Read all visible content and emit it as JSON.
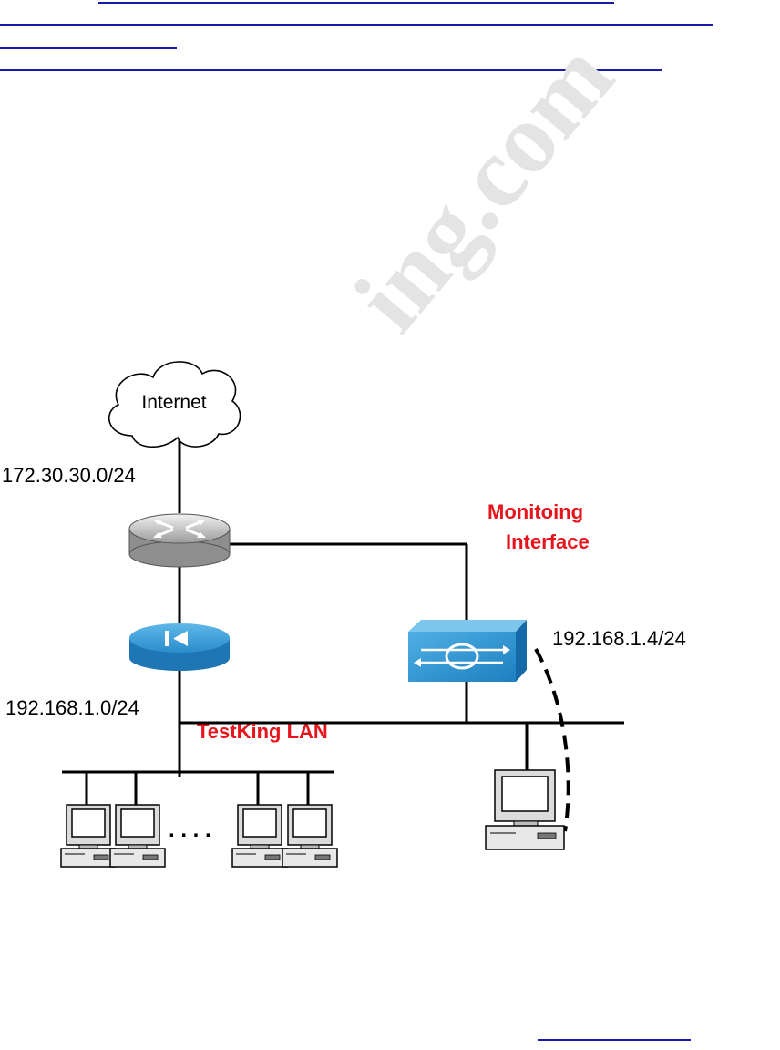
{
  "watermark": {
    "text": "ing.com"
  },
  "diagram": {
    "internet_label": "Internet",
    "internet_subnet": "172.30.30.0/24",
    "monitoring_label_line1": "Monitoing",
    "monitoring_label_line2": "Interface",
    "sensor_ip": "192.168.1.4/24",
    "lan_subnet": "192.168.1.0/24",
    "lan_label": "TestKing LAN",
    "ellipsis": ". . . ."
  },
  "colors": {
    "link": "#1a1aa8",
    "alert_text": "#e8141c",
    "device_blue": "#1d7fc0"
  }
}
